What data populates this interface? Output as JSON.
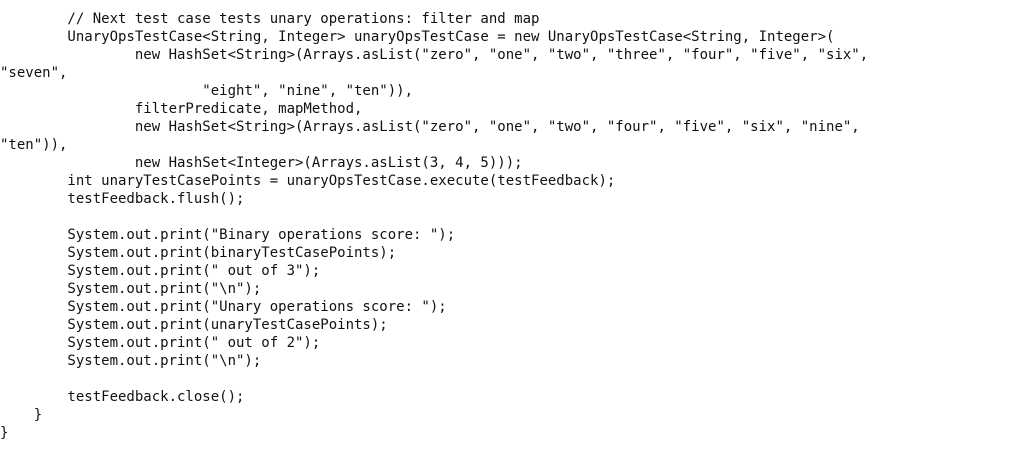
{
  "code_lines": [
    "        // Next test case tests unary operations: filter and map",
    "        UnaryOpsTestCase<String, Integer> unaryOpsTestCase = new UnaryOpsTestCase<String, Integer>(",
    "                new HashSet<String>(Arrays.asList(\"zero\", \"one\", \"two\", \"three\", \"four\", \"five\", \"six\",",
    "\"seven\",",
    "                        \"eight\", \"nine\", \"ten\")),",
    "                filterPredicate, mapMethod,",
    "                new HashSet<String>(Arrays.asList(\"zero\", \"one\", \"two\", \"four\", \"five\", \"six\", \"nine\",",
    "\"ten\")),",
    "                new HashSet<Integer>(Arrays.asList(3, 4, 5)));",
    "        int unaryTestCasePoints = unaryOpsTestCase.execute(testFeedback);",
    "        testFeedback.flush();",
    "",
    "        System.out.print(\"Binary operations score: \");",
    "        System.out.print(binaryTestCasePoints);",
    "        System.out.print(\" out of 3\");",
    "        System.out.print(\"\\n\");",
    "        System.out.print(\"Unary operations score: \");",
    "        System.out.print(unaryTestCasePoints);",
    "        System.out.print(\" out of 2\");",
    "        System.out.print(\"\\n\");",
    "",
    "        testFeedback.close();",
    "    }",
    "}"
  ]
}
